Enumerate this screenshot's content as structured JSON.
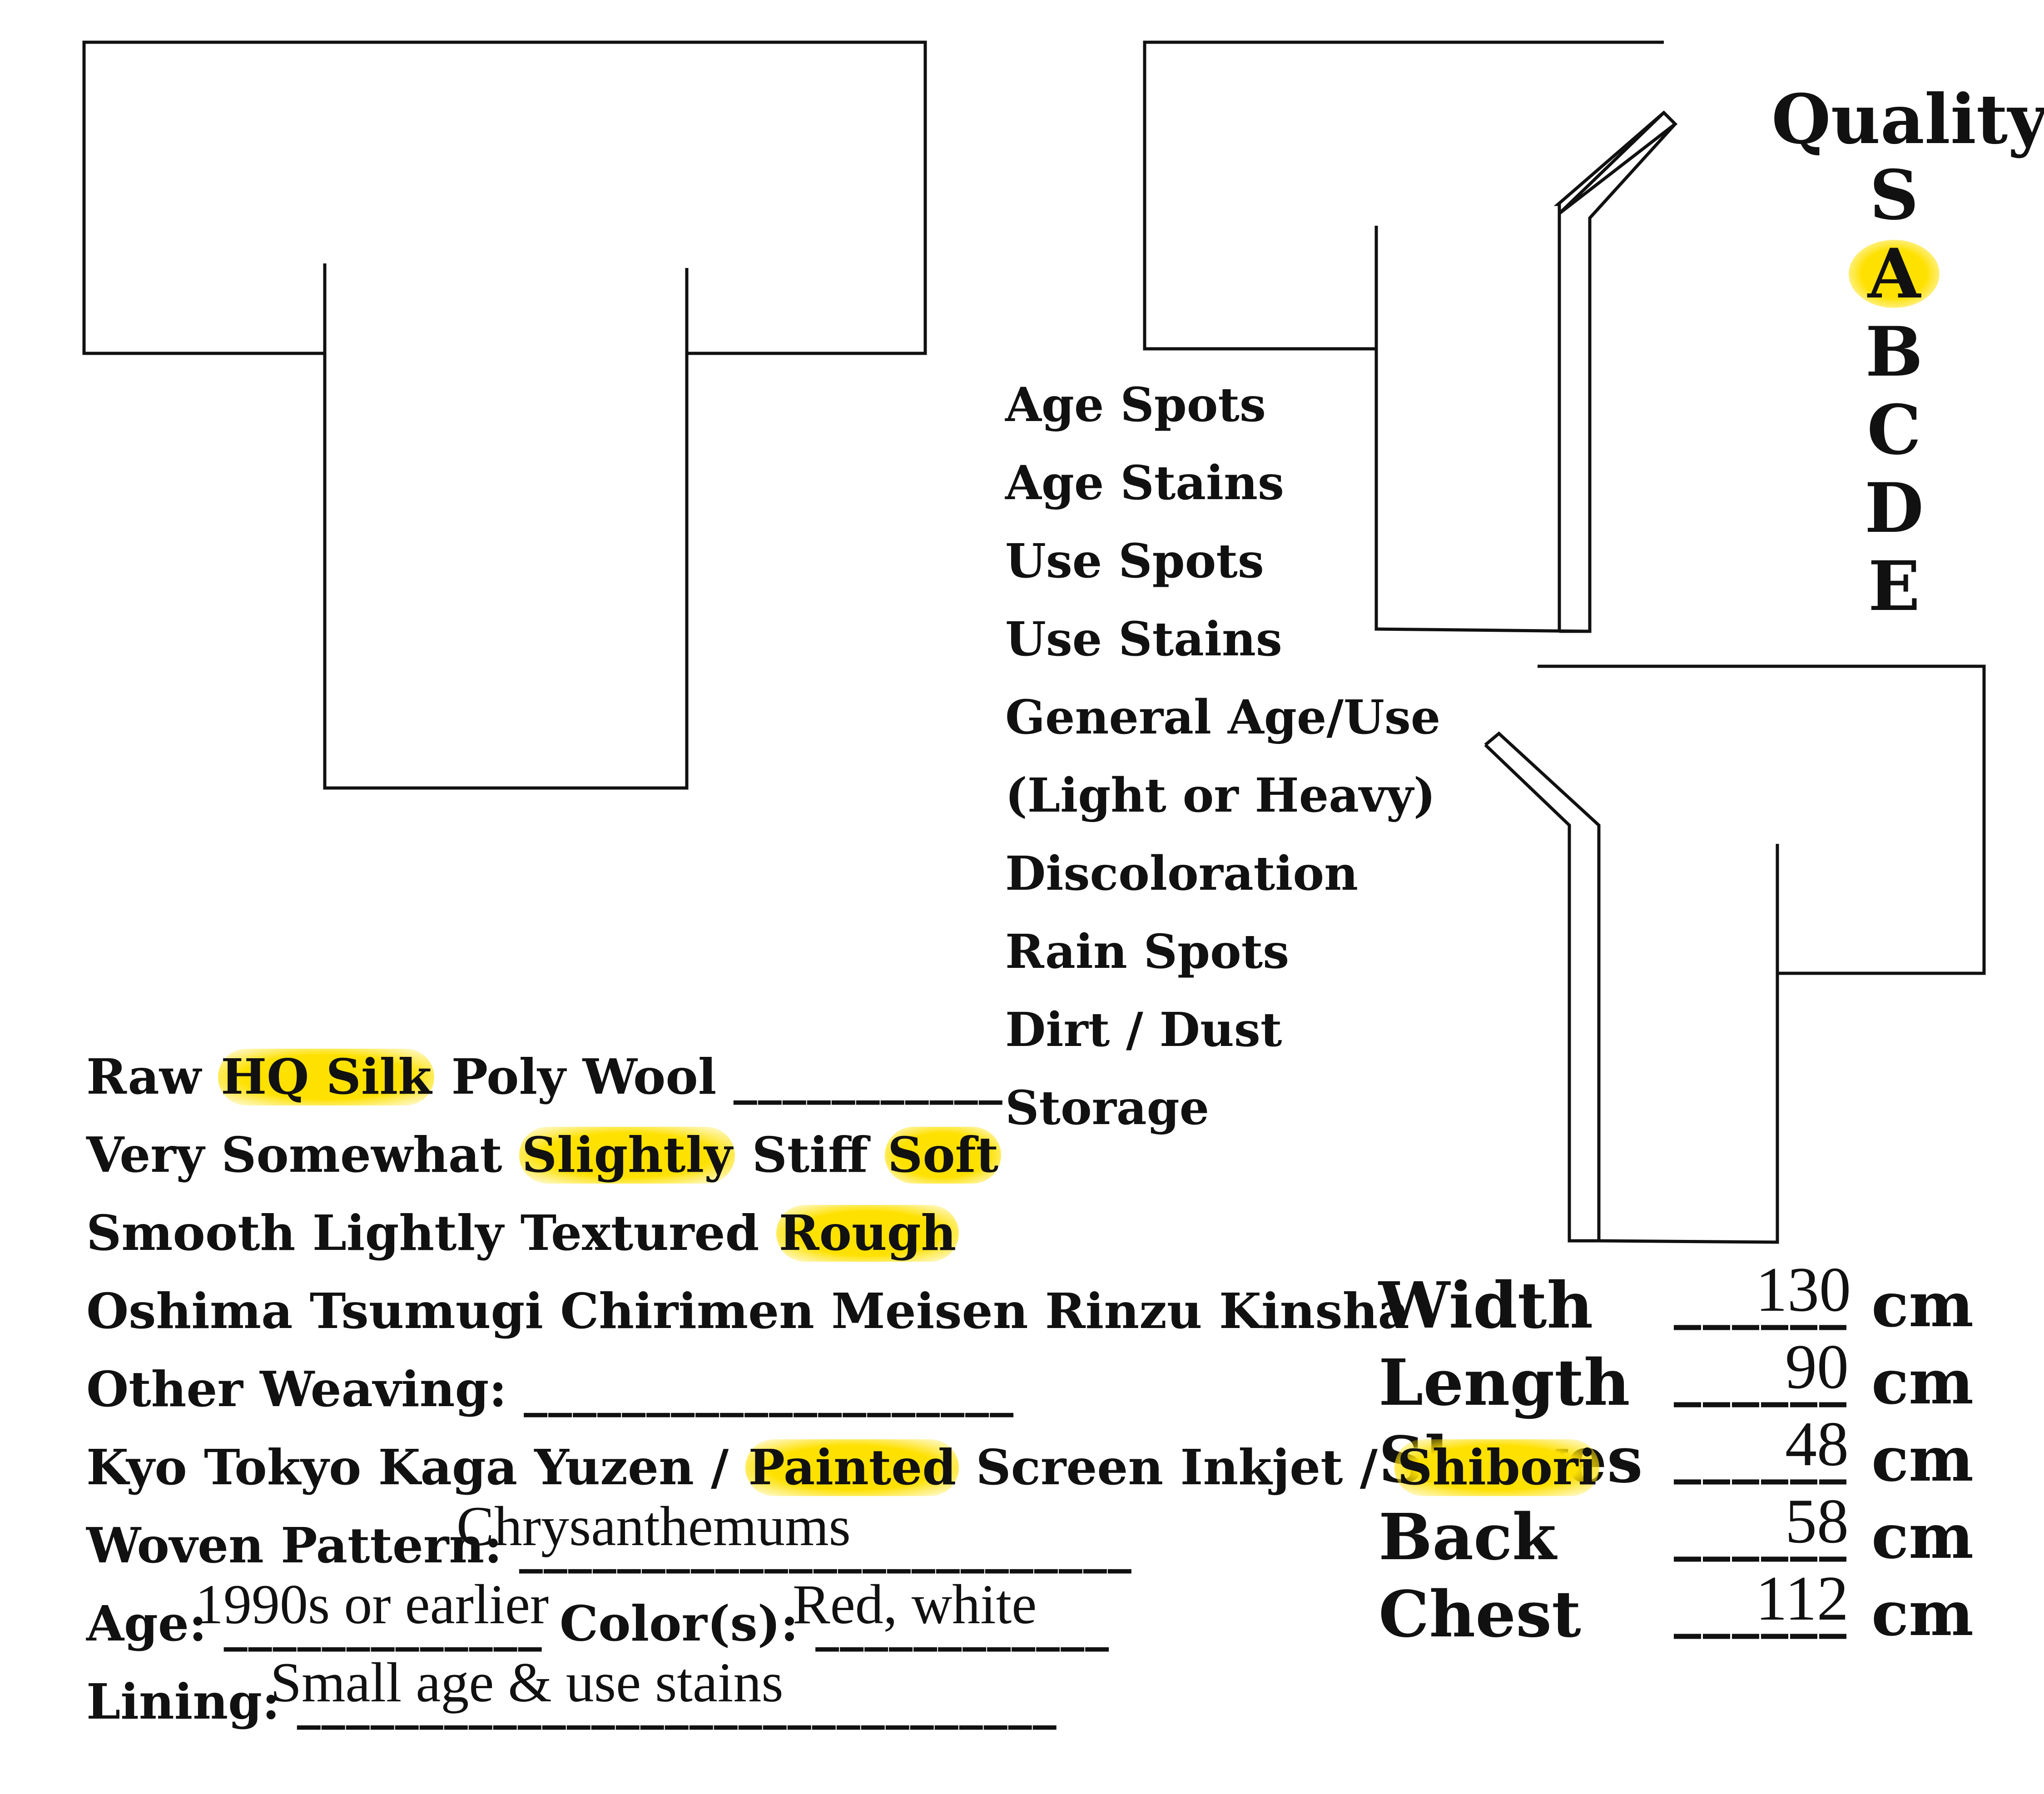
{
  "defects": [
    "Age Spots",
    "Age Stains",
    "Use Spots",
    "Use Stains",
    "General Age/Use",
    "(Light or Heavy)",
    "Discoloration",
    "Rain Spots",
    "Dirt / Dust",
    "Storage"
  ],
  "quality": {
    "title": "Quality",
    "grades": [
      "S",
      "A",
      "B",
      "C",
      "D",
      "E"
    ],
    "selected": "A",
    "highlight_color": "#ffe100"
  },
  "measurements": [
    {
      "label": "Width",
      "blank": "______",
      "value": "130",
      "unit": "cm"
    },
    {
      "label": "Length",
      "blank": "______",
      "value": "90",
      "unit": "cm"
    },
    {
      "label": "Sleeves",
      "blank": "______",
      "value": "48",
      "unit": "cm"
    },
    {
      "label": "Back",
      "blank": "______",
      "value": "58",
      "unit": "cm"
    },
    {
      "label": "Chest",
      "blank": "______",
      "value": "112",
      "unit": "cm"
    }
  ],
  "form": {
    "material": {
      "raw": "Raw ",
      "hq_silk": "HQ Silk",
      "poly": " Poly Wool ",
      "blank": "___________"
    },
    "stiffness": {
      "very": "Very Somewhat ",
      "slightly": "Slightly",
      "stiff": " Stiff ",
      "soft": "Soft"
    },
    "texture": {
      "smooth": "Smooth Lightly Textured ",
      "rough": "Rough"
    },
    "weaves": "Oshima Tsumugi Chirimen Meisen Rinzu Kinsha",
    "other_weaving": {
      "label": "Other Weaving: ",
      "blank": "____________________"
    },
    "dye": {
      "kyo": "Kyo Tokyo Kaga Yuzen / ",
      "painted": "Painted",
      "screen": " Screen Inkjet / ",
      "shibori": "Shibori"
    },
    "woven_pattern": {
      "label": "Woven Pattern: ",
      "blank": "_________________________",
      "value": "Chrysanthemums"
    },
    "age": {
      "label": "Age: ",
      "blank": "_____________",
      "value": "1990s or earlier"
    },
    "colors": {
      "label": " Color(s): ",
      "blank": "____________",
      "value": "Red, white"
    },
    "lining": {
      "label": "Lining: ",
      "blank": "_______________________________",
      "value": "Small age & use stains"
    }
  }
}
